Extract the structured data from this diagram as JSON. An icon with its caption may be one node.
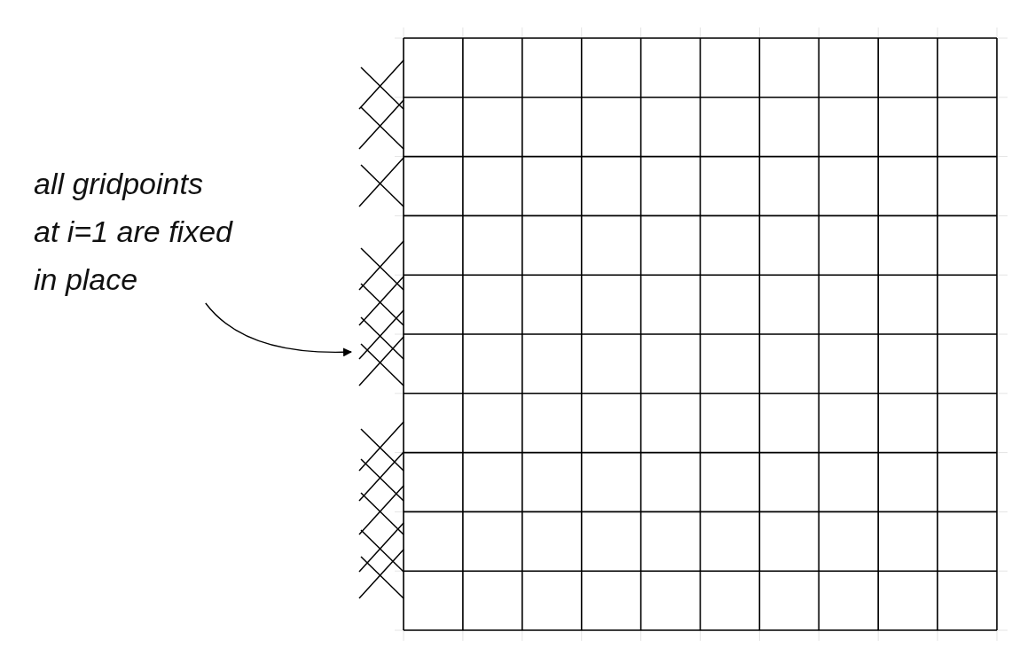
{
  "diagram": {
    "nodes": [
      {
        "text": [
          "all gridpoints at i=1 are fixed in place"
        ]
      },
      {
        "text": [],
        "shape": "hatching"
      }
    ],
    "edges": [
      {
        "from": 0,
        "to": 1,
        "arrow": "to"
      }
    ]
  }
}
